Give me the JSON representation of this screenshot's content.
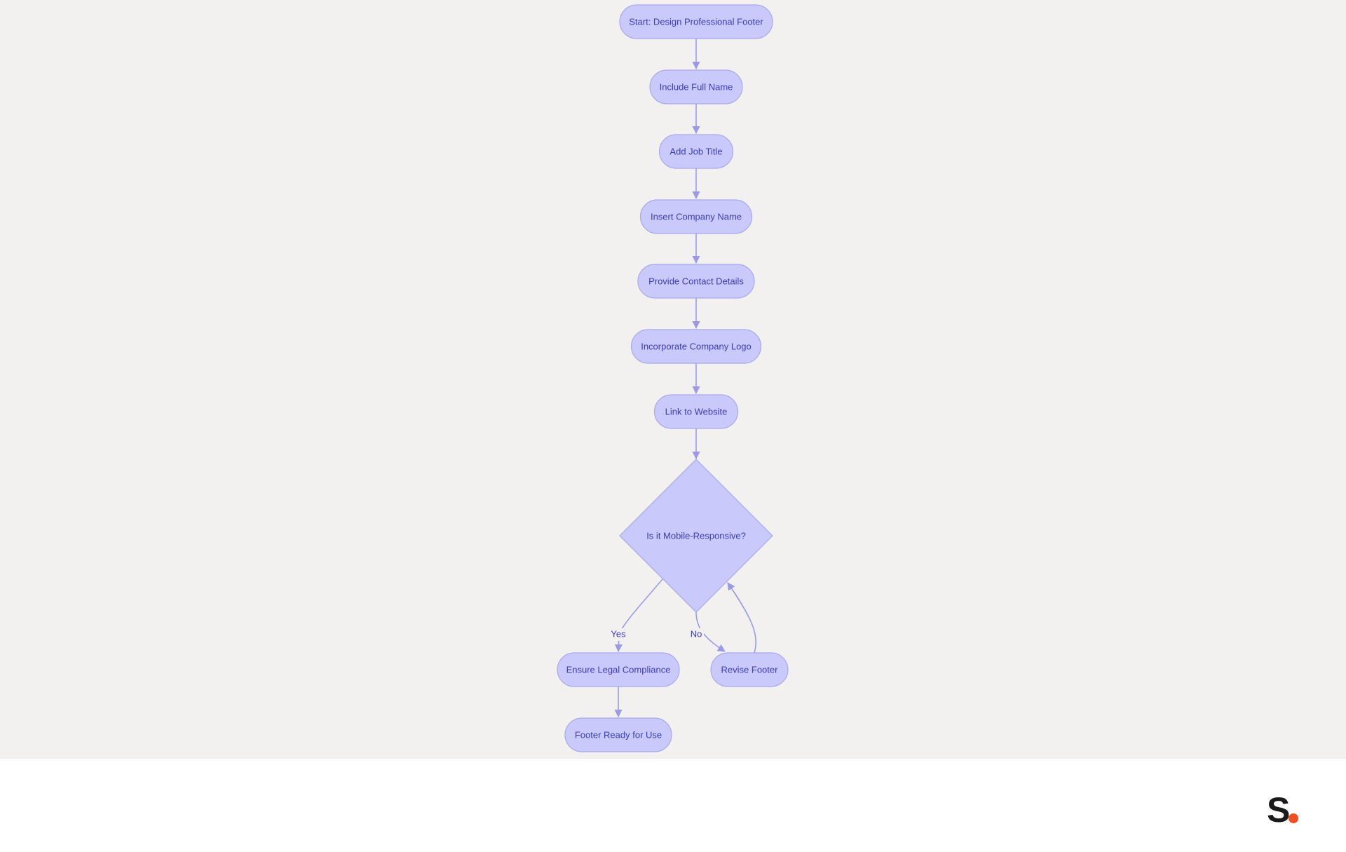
{
  "colors": {
    "background": "#f3f1f0",
    "footer_background": "#ffffff",
    "node_fill": "#c9c9fb",
    "node_stroke": "#a8a8ee",
    "node_text": "#3b3bbf",
    "edge": "#9a9ae8",
    "logo_letter": "#1a1a1a",
    "logo_dot": "#f25022"
  },
  "flowchart": {
    "nodes": [
      {
        "id": "start",
        "shape": "pill",
        "label": "Start: Design Professional Footer"
      },
      {
        "id": "full_name",
        "shape": "pill",
        "label": "Include Full Name"
      },
      {
        "id": "job_title",
        "shape": "pill",
        "label": "Add Job Title"
      },
      {
        "id": "company_name",
        "shape": "pill",
        "label": "Insert Company Name"
      },
      {
        "id": "contact",
        "shape": "pill",
        "label": "Provide Contact Details"
      },
      {
        "id": "logo",
        "shape": "pill",
        "label": "Incorporate Company Logo"
      },
      {
        "id": "website",
        "shape": "pill",
        "label": "Link to Website"
      },
      {
        "id": "mobile",
        "shape": "diamond",
        "label": "Is it Mobile-Responsive?"
      },
      {
        "id": "legal",
        "shape": "pill",
        "label": "Ensure Legal Compliance"
      },
      {
        "id": "revise",
        "shape": "pill",
        "label": "Revise Footer"
      },
      {
        "id": "ready",
        "shape": "pill",
        "label": "Footer Ready for Use"
      }
    ],
    "edges": [
      {
        "from": "start",
        "to": "full_name",
        "label": ""
      },
      {
        "from": "full_name",
        "to": "job_title",
        "label": ""
      },
      {
        "from": "job_title",
        "to": "company_name",
        "label": ""
      },
      {
        "from": "company_name",
        "to": "contact",
        "label": ""
      },
      {
        "from": "contact",
        "to": "logo",
        "label": ""
      },
      {
        "from": "logo",
        "to": "website",
        "label": ""
      },
      {
        "from": "website",
        "to": "mobile",
        "label": ""
      },
      {
        "from": "mobile",
        "to": "legal",
        "label": "Yes"
      },
      {
        "from": "mobile",
        "to": "revise",
        "label": "No"
      },
      {
        "from": "revise",
        "to": "mobile",
        "label": ""
      },
      {
        "from": "legal",
        "to": "ready",
        "label": ""
      }
    ]
  },
  "brand": {
    "logo_letter": "S",
    "logo_name": "s-dot-logo"
  }
}
